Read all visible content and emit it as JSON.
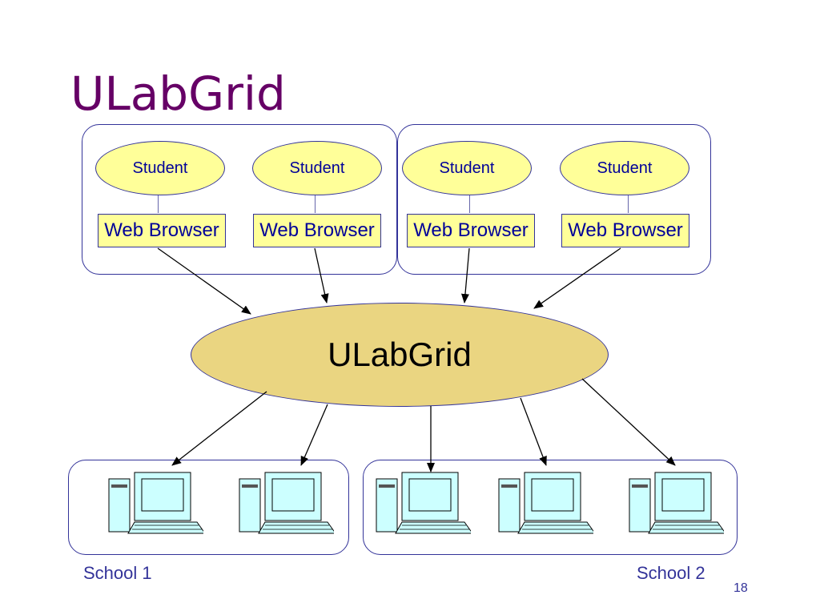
{
  "title": "ULabGrid",
  "students": [
    {
      "label": "Student"
    },
    {
      "label": "Student"
    },
    {
      "label": "Student"
    },
    {
      "label": "Student"
    }
  ],
  "browsers": [
    {
      "label": "Web Browser"
    },
    {
      "label": "Web Browser"
    },
    {
      "label": "Web Browser"
    },
    {
      "label": "Web Browser"
    }
  ],
  "hub": {
    "label": "ULabGrid"
  },
  "schools": [
    {
      "label": "School 1"
    },
    {
      "label": "School 2"
    }
  ],
  "page_number": "18",
  "colors": {
    "title": "#660066",
    "student_fill": "#ffff99",
    "hub_fill": "#ead581",
    "border": "#333399",
    "computer_screen": "#ccffff"
  }
}
